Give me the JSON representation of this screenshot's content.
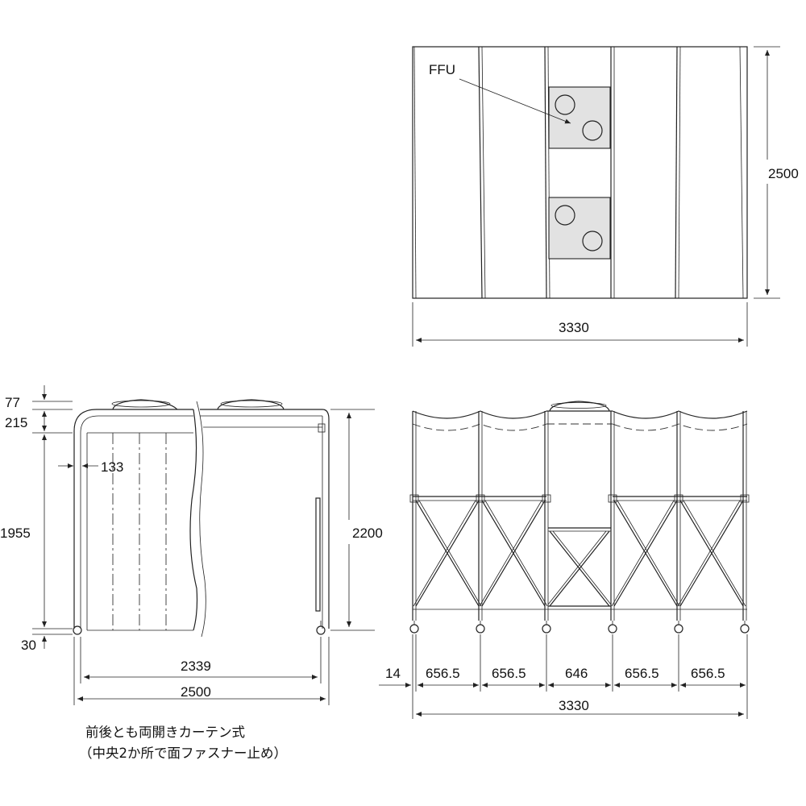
{
  "top_view": {
    "ffu_label": "FFU",
    "dim_height": "2500",
    "dim_width": "3330"
  },
  "side_view": {
    "dim_77": "77",
    "dim_215": "215",
    "dim_133": "133",
    "dim_1955": "1955",
    "dim_2200": "2200",
    "dim_30": "30",
    "dim_2339": "2339",
    "dim_2500": "2500"
  },
  "front_view": {
    "dim_14": "14",
    "bays": [
      "656.5",
      "656.5",
      "646",
      "656.5",
      "656.5"
    ],
    "dim_total": "3330"
  },
  "notes": {
    "line1": "前後とも両開きカーテン式",
    "line2": "（中央2か所で面ファスナー止め）"
  }
}
